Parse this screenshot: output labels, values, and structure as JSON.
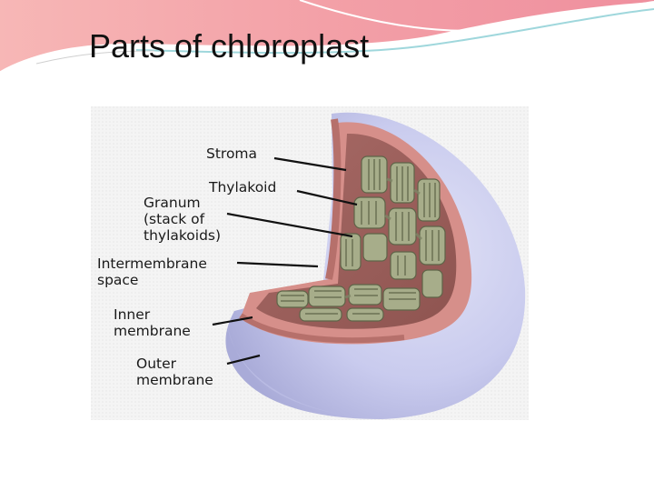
{
  "slide": {
    "title": "Parts of chloroplast"
  },
  "diagram": {
    "labels": {
      "stroma": "Stroma",
      "thylakoid": "Thylakoid",
      "granum": [
        "Granum",
        "(stack of",
        "thylakoids)"
      ],
      "intermembrane": [
        "Intermembrane",
        "space"
      ],
      "inner": [
        "Inner",
        "membrane"
      ],
      "outer": [
        "Outer",
        "membrane"
      ]
    }
  },
  "colors": {
    "banner_pink": "#f2a0a8",
    "banner_teal": "#9fd7dc",
    "outer_membrane": "#c7c9ec",
    "inner_membrane": "#c97f7a",
    "stroma": "#9c5e5a",
    "thylakoid": "#a7ad8a"
  }
}
